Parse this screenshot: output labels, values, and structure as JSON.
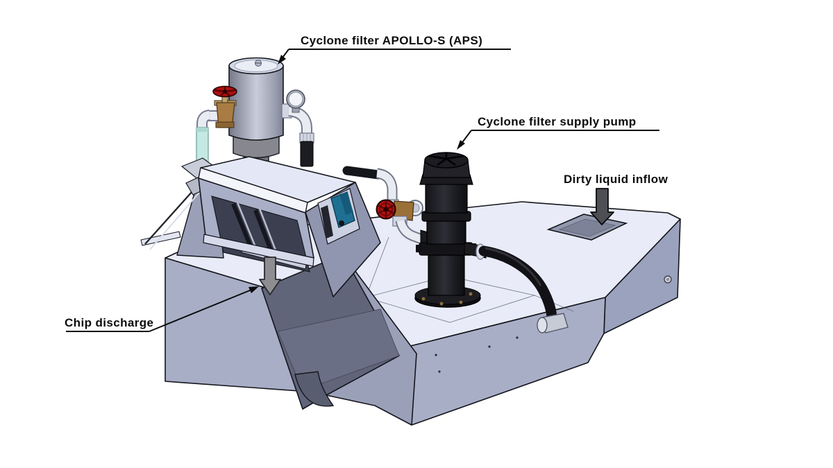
{
  "figure": {
    "kind": "3D CAD illustration of a coolant tank with chip conveyor and cyclone filter unit",
    "background": "#ffffff"
  },
  "labels": {
    "cyclone_filter": "Cyclone filter APOLLO-S (APS)",
    "supply_pump": "Cyclone filter supply pump",
    "dirty_inflow": "Dirty liquid inflow",
    "chip_discharge": "Chip discharge"
  },
  "colors": {
    "tank_top": "#e9ecf8",
    "tank_side": "#a8aec6",
    "tank_end": "#9aa2bd",
    "conveyor_dark": "#61657a",
    "head_top": "#e4e8f6",
    "filter_body_mid": "#c9cdda",
    "pump_black": "#1c1d22",
    "valve_red": "#b31111",
    "brass": "#a87c42",
    "pipe_cyan": "#c4e9e2",
    "motor_blue": "#1f6f93",
    "block_arrow_light": "#8e8e92",
    "block_arrow_dark": "#4e4f55",
    "leader_line": "#0b0b0b"
  }
}
